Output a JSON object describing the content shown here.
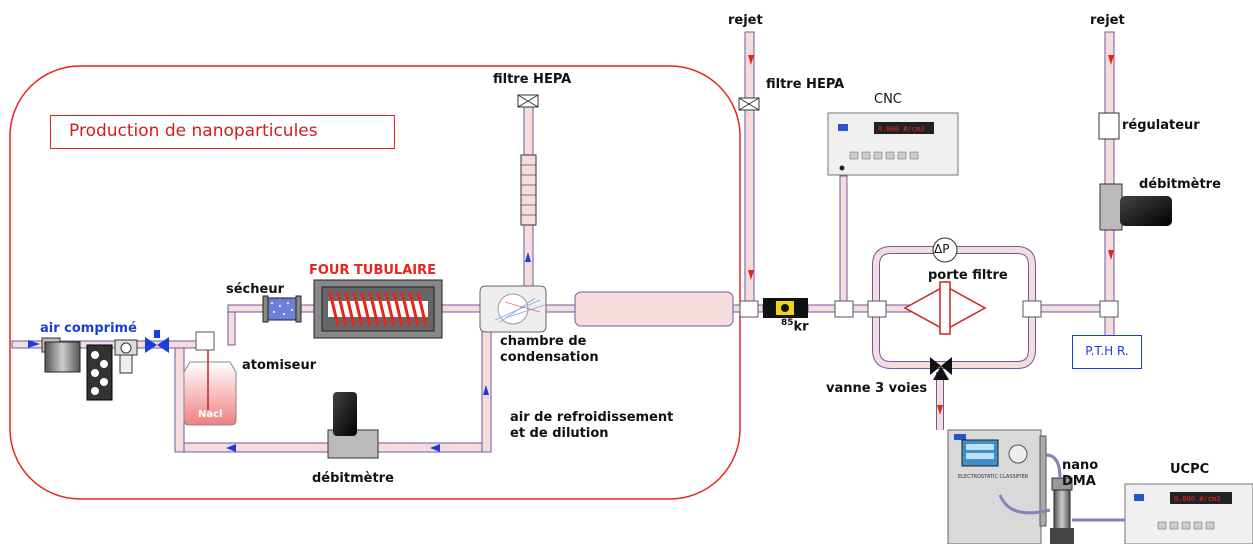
{
  "title": "Production de nanoparticules",
  "labels": {
    "rejet_left": "rejet",
    "rejet_right": "rejet",
    "filtre_hepa_top": "filtre HEPA",
    "filtre_hepa_right": "filtre HEPA",
    "cnc": "CNC",
    "regulateur": "régulateur",
    "debitmetre_right": "débitmètre",
    "delta_p": "ΔP",
    "porte_filtre": "porte filtre",
    "four_tubulaire": "FOUR TUBULAIRE",
    "secheur": "sécheur",
    "air_comprime": "air comprimé",
    "atomiseur": "atomiseur",
    "nacl": "Nacl",
    "chambre": "chambre de\ncondensation",
    "kr_mass": "85",
    "kr": "kr",
    "pthr": "P.T.H R.",
    "vanne": "vanne 3 voies",
    "air_refroid": "air de refroidissement\net de dilution",
    "debitmetre_bottom": "débitmètre",
    "nano_dma": "nano\nDMA",
    "ucpc": "UCPC"
  },
  "instrument_display": {
    "cnc_reading": "0.000 #/cm3",
    "ucpc_reading": "0.000 #/cm3",
    "classifier_label": "ELECTROSTATIC CLASSIFIER"
  },
  "colors": {
    "frame": "#e8251b",
    "pipe_fill": "#f6dcdc",
    "pipe_edge": "#6b5aa8",
    "flow_red": "#e8251b",
    "flow_blue": "#1a3fd8",
    "valve": "#1a3fd8"
  }
}
